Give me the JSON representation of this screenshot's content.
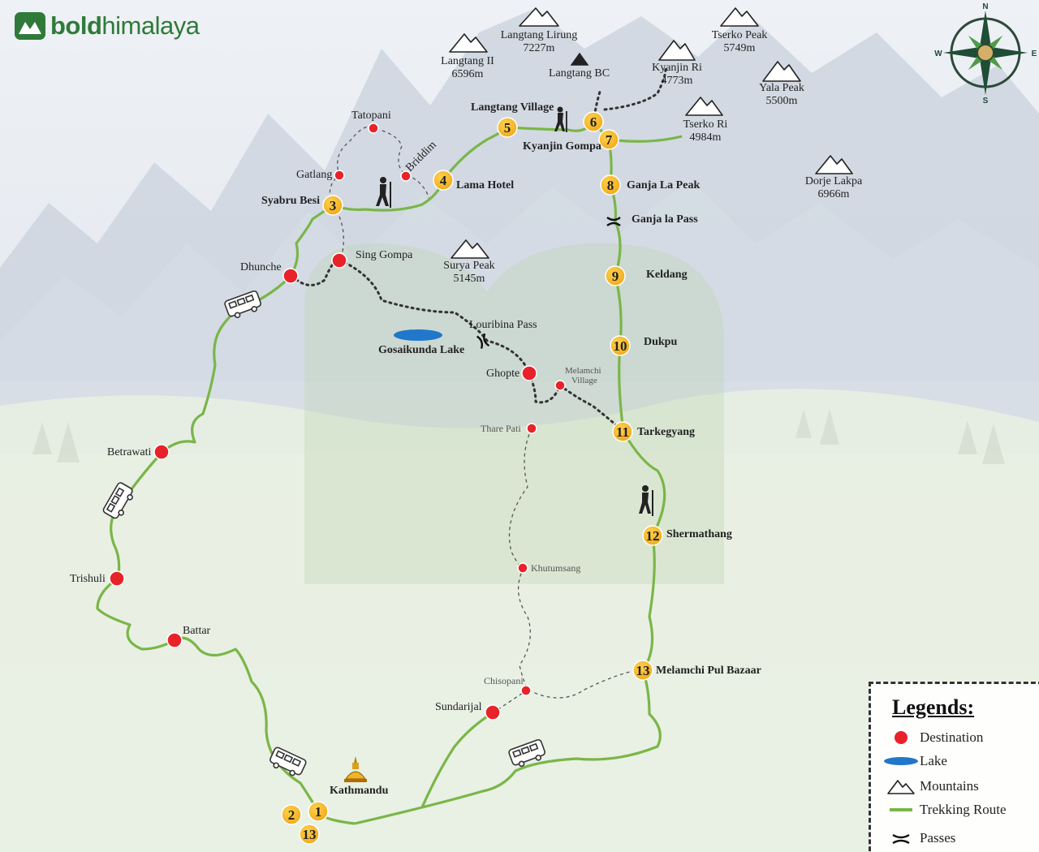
{
  "brand": {
    "name_bold": "bold",
    "name_light": "himalaya"
  },
  "compass": {
    "n": "N",
    "s": "S",
    "e": "E",
    "w": "W"
  },
  "stops": [
    {
      "num": "1",
      "name": ""
    },
    {
      "num": "2",
      "name": ""
    },
    {
      "num": "13",
      "name": ""
    },
    {
      "num": "3",
      "name": "Syabru Besi"
    },
    {
      "num": "4",
      "name": "Lama Hotel"
    },
    {
      "num": "5",
      "name": "Langtang Village"
    },
    {
      "num": "6",
      "name": ""
    },
    {
      "num": "7",
      "name": "Kyanjin Gompa"
    },
    {
      "num": "8",
      "name": "Ganja La Peak"
    },
    {
      "num": "9",
      "name": "Keldang"
    },
    {
      "num": "10",
      "name": "Dukpu"
    },
    {
      "num": "11",
      "name": "Tarkegyang"
    },
    {
      "num": "12",
      "name": "Shermathang"
    },
    {
      "num": "13",
      "name": "Melamchi Pul Bazaar"
    }
  ],
  "destinations": [
    "Tatopani",
    "Gatlang",
    "Briddim",
    "Dhunche",
    "Sing Gompa",
    "Gosaikunda Lake",
    "Ghopte",
    "Melamchi",
    "Village",
    "Thare Pati",
    "Khutumsang",
    "Chisopani",
    "Sundarijal",
    "Betrawati",
    "Trishuli",
    "Battar",
    "Kathmandu",
    "Langtang BC"
  ],
  "passes": [
    "Ganja la Pass",
    "Louribina Pass"
  ],
  "mountains": [
    {
      "name": "Langtang II",
      "height": "6596m"
    },
    {
      "name": "Langtang Lirung",
      "height": "7227m"
    },
    {
      "name": "Tserko Peak",
      "height": "5749m"
    },
    {
      "name": "Kyanjin Ri",
      "height": "4773m"
    },
    {
      "name": "Yala Peak",
      "height": "5500m"
    },
    {
      "name": "Tserko Ri",
      "height": "4984m"
    },
    {
      "name": "Dorje Lakpa",
      "height": "6966m"
    },
    {
      "name": "Surya Peak",
      "height": "5145m"
    }
  ],
  "legend": {
    "title": "Legends:",
    "items": [
      "Destination",
      "Lake",
      "Mountains",
      "Trekking Route",
      "Passes"
    ]
  },
  "colors": {
    "route": "#7ab648",
    "stop": "#f5b921",
    "destination": "#e8222a",
    "lake": "#2177c9",
    "brand": "#2f7a3a"
  }
}
